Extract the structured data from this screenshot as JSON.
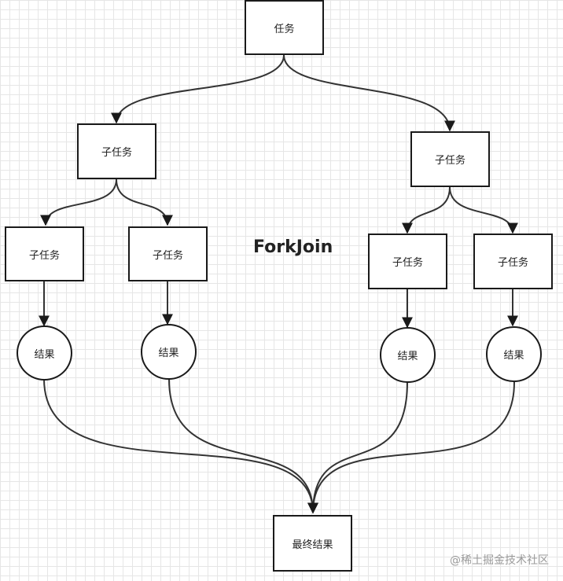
{
  "diagram": {
    "title": "ForkJoin",
    "root": "任务",
    "level1": [
      "子任务",
      "子任务"
    ],
    "level2": [
      "子任务",
      "子任务",
      "子任务",
      "子任务"
    ],
    "results": [
      "结果",
      "结果",
      "结果",
      "结果"
    ],
    "final": "最终结果"
  },
  "watermark": "@稀土掘金技术社区"
}
